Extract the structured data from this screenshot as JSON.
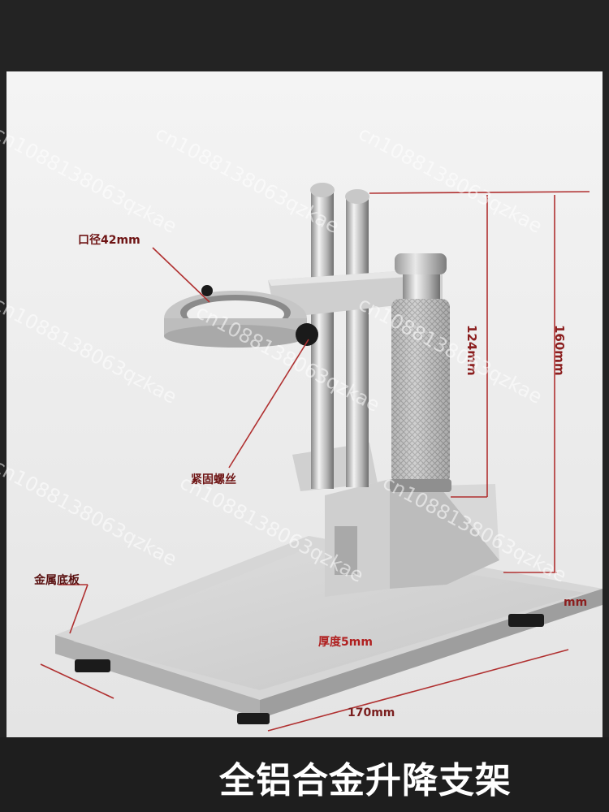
{
  "labels": {
    "bore": "口径42mm",
    "screw": "紧固螺丝",
    "base": "金属底板",
    "thickness": "厚度5mm",
    "width": "170mm",
    "height_rail": "124mm",
    "height_total": "160mm",
    "base_height": "mm"
  },
  "banner": {
    "title": "全铝合金升降支架"
  },
  "watermark": {
    "text": "cn1088138063qzkae"
  },
  "colors": {
    "annotation": "#8b1e1e",
    "background": "#efefef",
    "banner": "#1e1e1e",
    "metal": "#c9c9c9"
  }
}
